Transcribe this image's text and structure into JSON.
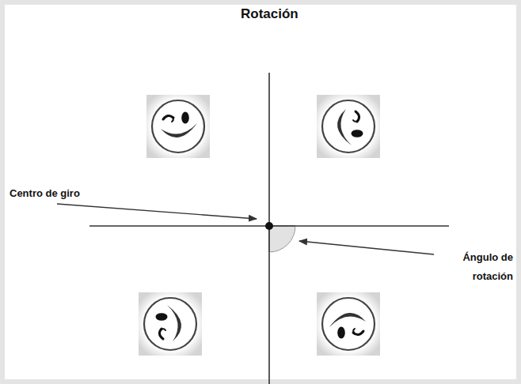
{
  "diagram": {
    "title": "Rotación",
    "labels": [
      "Centro de giro",
      "Ángulo de rotación"
    ]
  }
}
